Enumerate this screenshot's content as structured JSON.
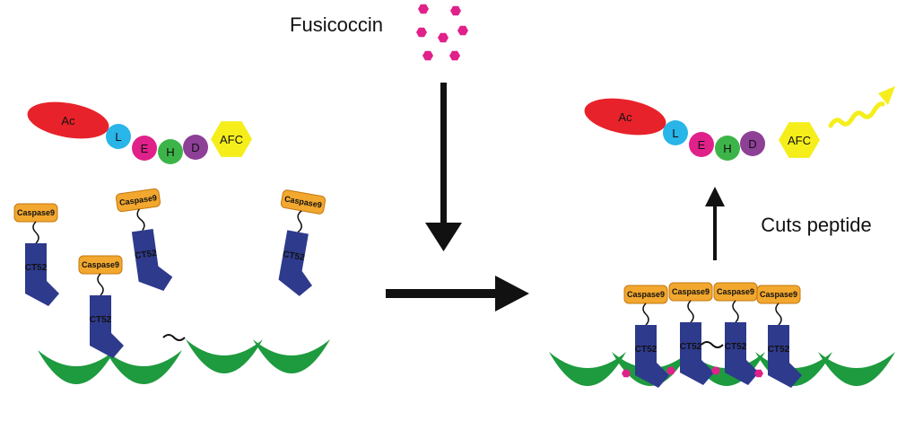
{
  "title": "",
  "inducer_label": "Fusicoccin",
  "action_label": "Cuts peptide",
  "substrate": {
    "ac": "Ac",
    "residues": [
      "L",
      "E",
      "H",
      "D"
    ],
    "fluorophore": "AFC"
  },
  "fusion_protein": {
    "caspase_label": "Caspase9",
    "anchor_label": "CT52"
  },
  "colors": {
    "ac": "#e8222a",
    "L": "#29b5e8",
    "E": "#e0218a",
    "H": "#3db449",
    "D": "#8e3f96",
    "afc": "#f5ee1b",
    "caspase": "#f2a72e",
    "cts": "#2e3a8c",
    "scaffold": "#1e9a3f",
    "fusicoccin": "#e0218a",
    "arrow": "#111111",
    "glow": "#f5ee1b"
  },
  "icons": [
    "down-arrow",
    "right-arrow",
    "up-arrow",
    "wavy-emission-arrow",
    "fusicoccin-hexagon"
  ]
}
